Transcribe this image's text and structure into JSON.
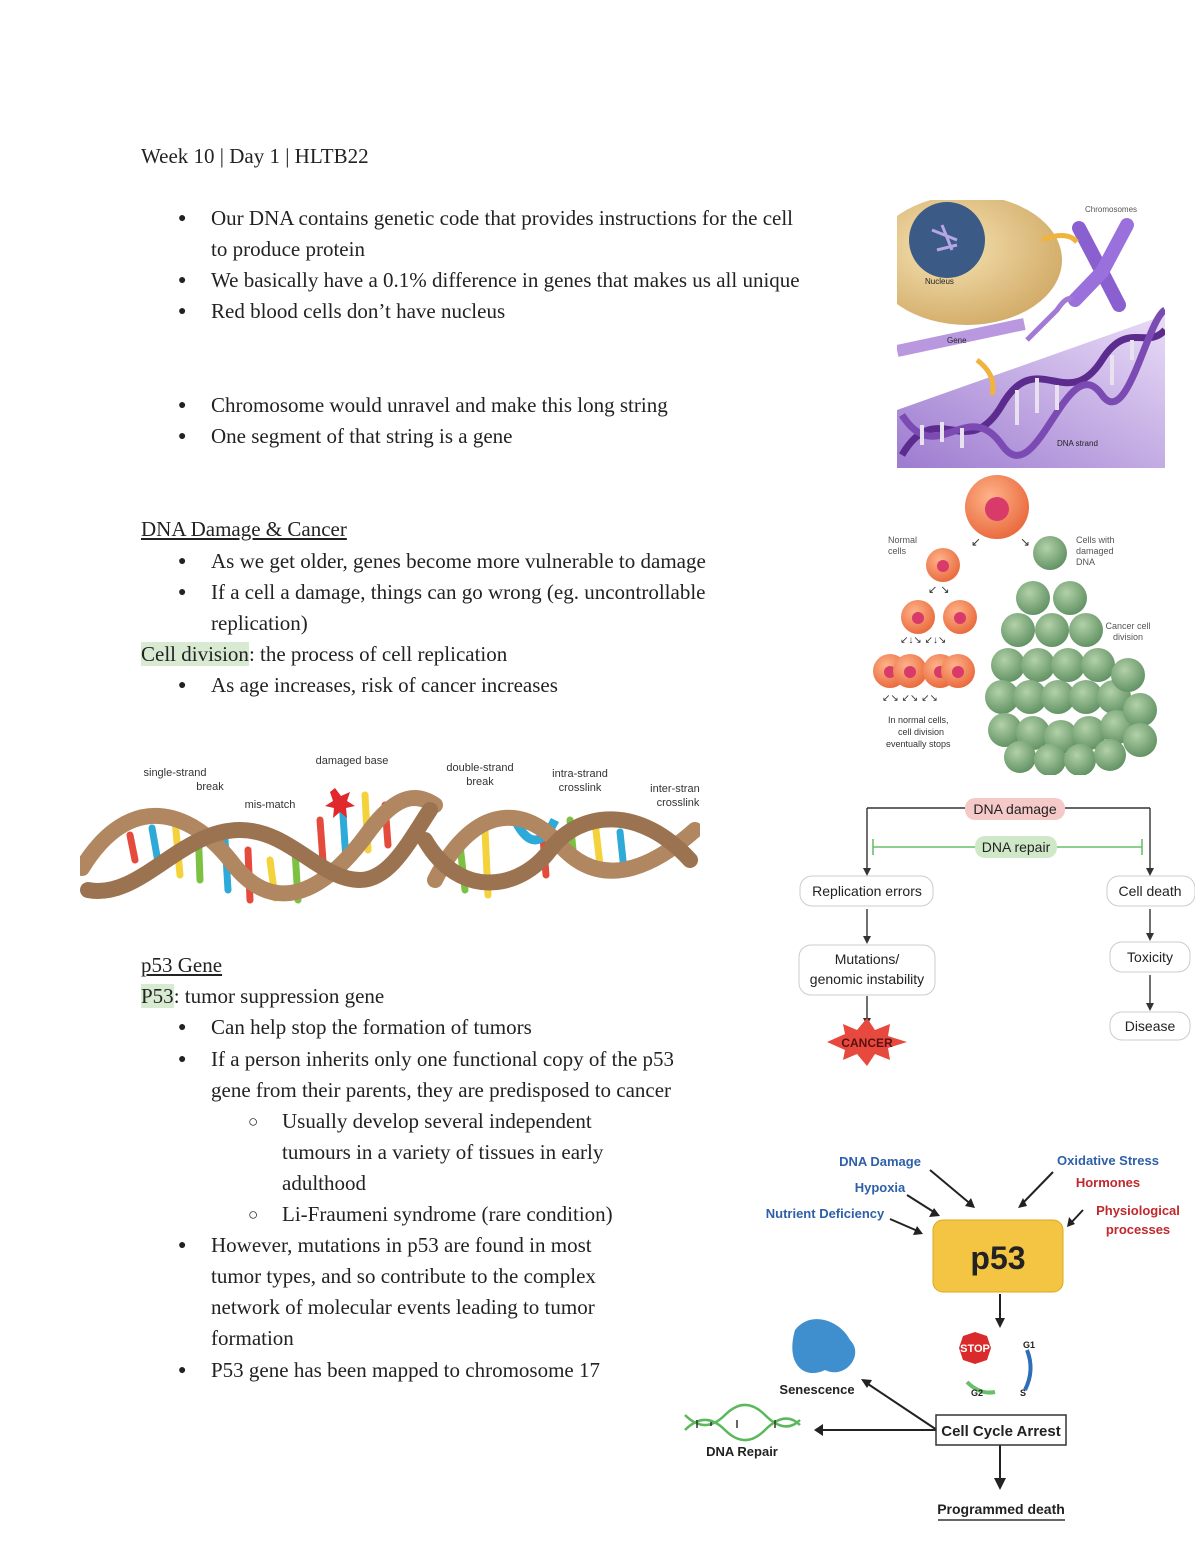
{
  "header": "Week 10 | Day 1 | HLTB22",
  "intro_bullets": [
    "Our DNA contains genetic code that provides instructions for the cell",
    "to produce protein",
    "We basically have a 0.1% difference in genes that makes us all unique",
    "Red blood cells don’t have nucleus",
    "Chromosome would unravel and make this long string",
    "One segment of that string is a gene"
  ],
  "damage_section": {
    "heading": "DNA Damage & Cancer",
    "lines": [
      "As we get older, genes become more vulnerable to damage",
      "If a cell a damage, things can go wrong (eg. uncontrollable",
      "replication)"
    ],
    "term": "Cell division",
    "term_def": ": the process of cell replication",
    "after": "As age increases, risk of cancer increases"
  },
  "p53_section": {
    "heading": "p53 Gene",
    "term": "P53",
    "term_def": ": tumor suppression gene",
    "lines": [
      "Can help stop the formation of tumors",
      "If a person inherits only one functional copy of the p53",
      "gene from their parents, they are predisposed to cancer",
      "Usually develop several independent",
      "tumours in a variety of tissues in early",
      "adulthood",
      "Li-Fraumeni syndrome (rare condition)",
      "However, mutations in p53 are found in most",
      "tumor types, and so contribute to the complex",
      "network of molecular events leading to tumor",
      "formation",
      "P53 gene has been mapped to chromosome 17"
    ]
  },
  "fig_chromosome": {
    "chromosomes": "Chromosomes",
    "nucleus": "Nucleus",
    "gene": "Gene",
    "dna_strand": "DNA strand"
  },
  "fig_division": {
    "normal": "Normal cells",
    "damaged": "Cells with damaged DNA",
    "cancer_div": "Cancer cell division",
    "normal_note": [
      "In normal cells,",
      "cell division",
      "eventually stops"
    ]
  },
  "fig_dna_damage": {
    "single": [
      "single-strand",
      "break"
    ],
    "mismatch": "mis-match",
    "damaged_base": "damaged base",
    "double": [
      "double-strand",
      "break"
    ],
    "intra": [
      "intra-strand",
      "crosslink"
    ],
    "inter": [
      "inter-strand",
      "crosslink"
    ]
  },
  "flowchart": {
    "damage": "DNA damage",
    "repair": "DNA repair",
    "replication_errors": "Replication errors",
    "cell_death": "Cell death",
    "mutations": [
      "Mutations/",
      "genomic instability"
    ],
    "toxicity": "Toxicity",
    "cancer": "CANCER",
    "disease": "Disease"
  },
  "p53_diagram": {
    "dna_damage": "DNA Damage",
    "hypoxia": "Hypoxia",
    "nutrient": "Nutrient Deficiency",
    "oxidative": "Oxidative Stress",
    "hormones": "Hormones",
    "physio": [
      "Physiological",
      "processes"
    ],
    "center": "p53",
    "stop": "STOP",
    "g1": "G1",
    "g2": "G2",
    "s": "S",
    "senescence": "Senescence",
    "arrest": "Cell Cycle Arrest",
    "dna_repair": "DNA Repair",
    "death": "Programmed death",
    "colors": {
      "blue": "#2e5fa8",
      "red": "#c0282d",
      "box": "#f4c542"
    }
  }
}
